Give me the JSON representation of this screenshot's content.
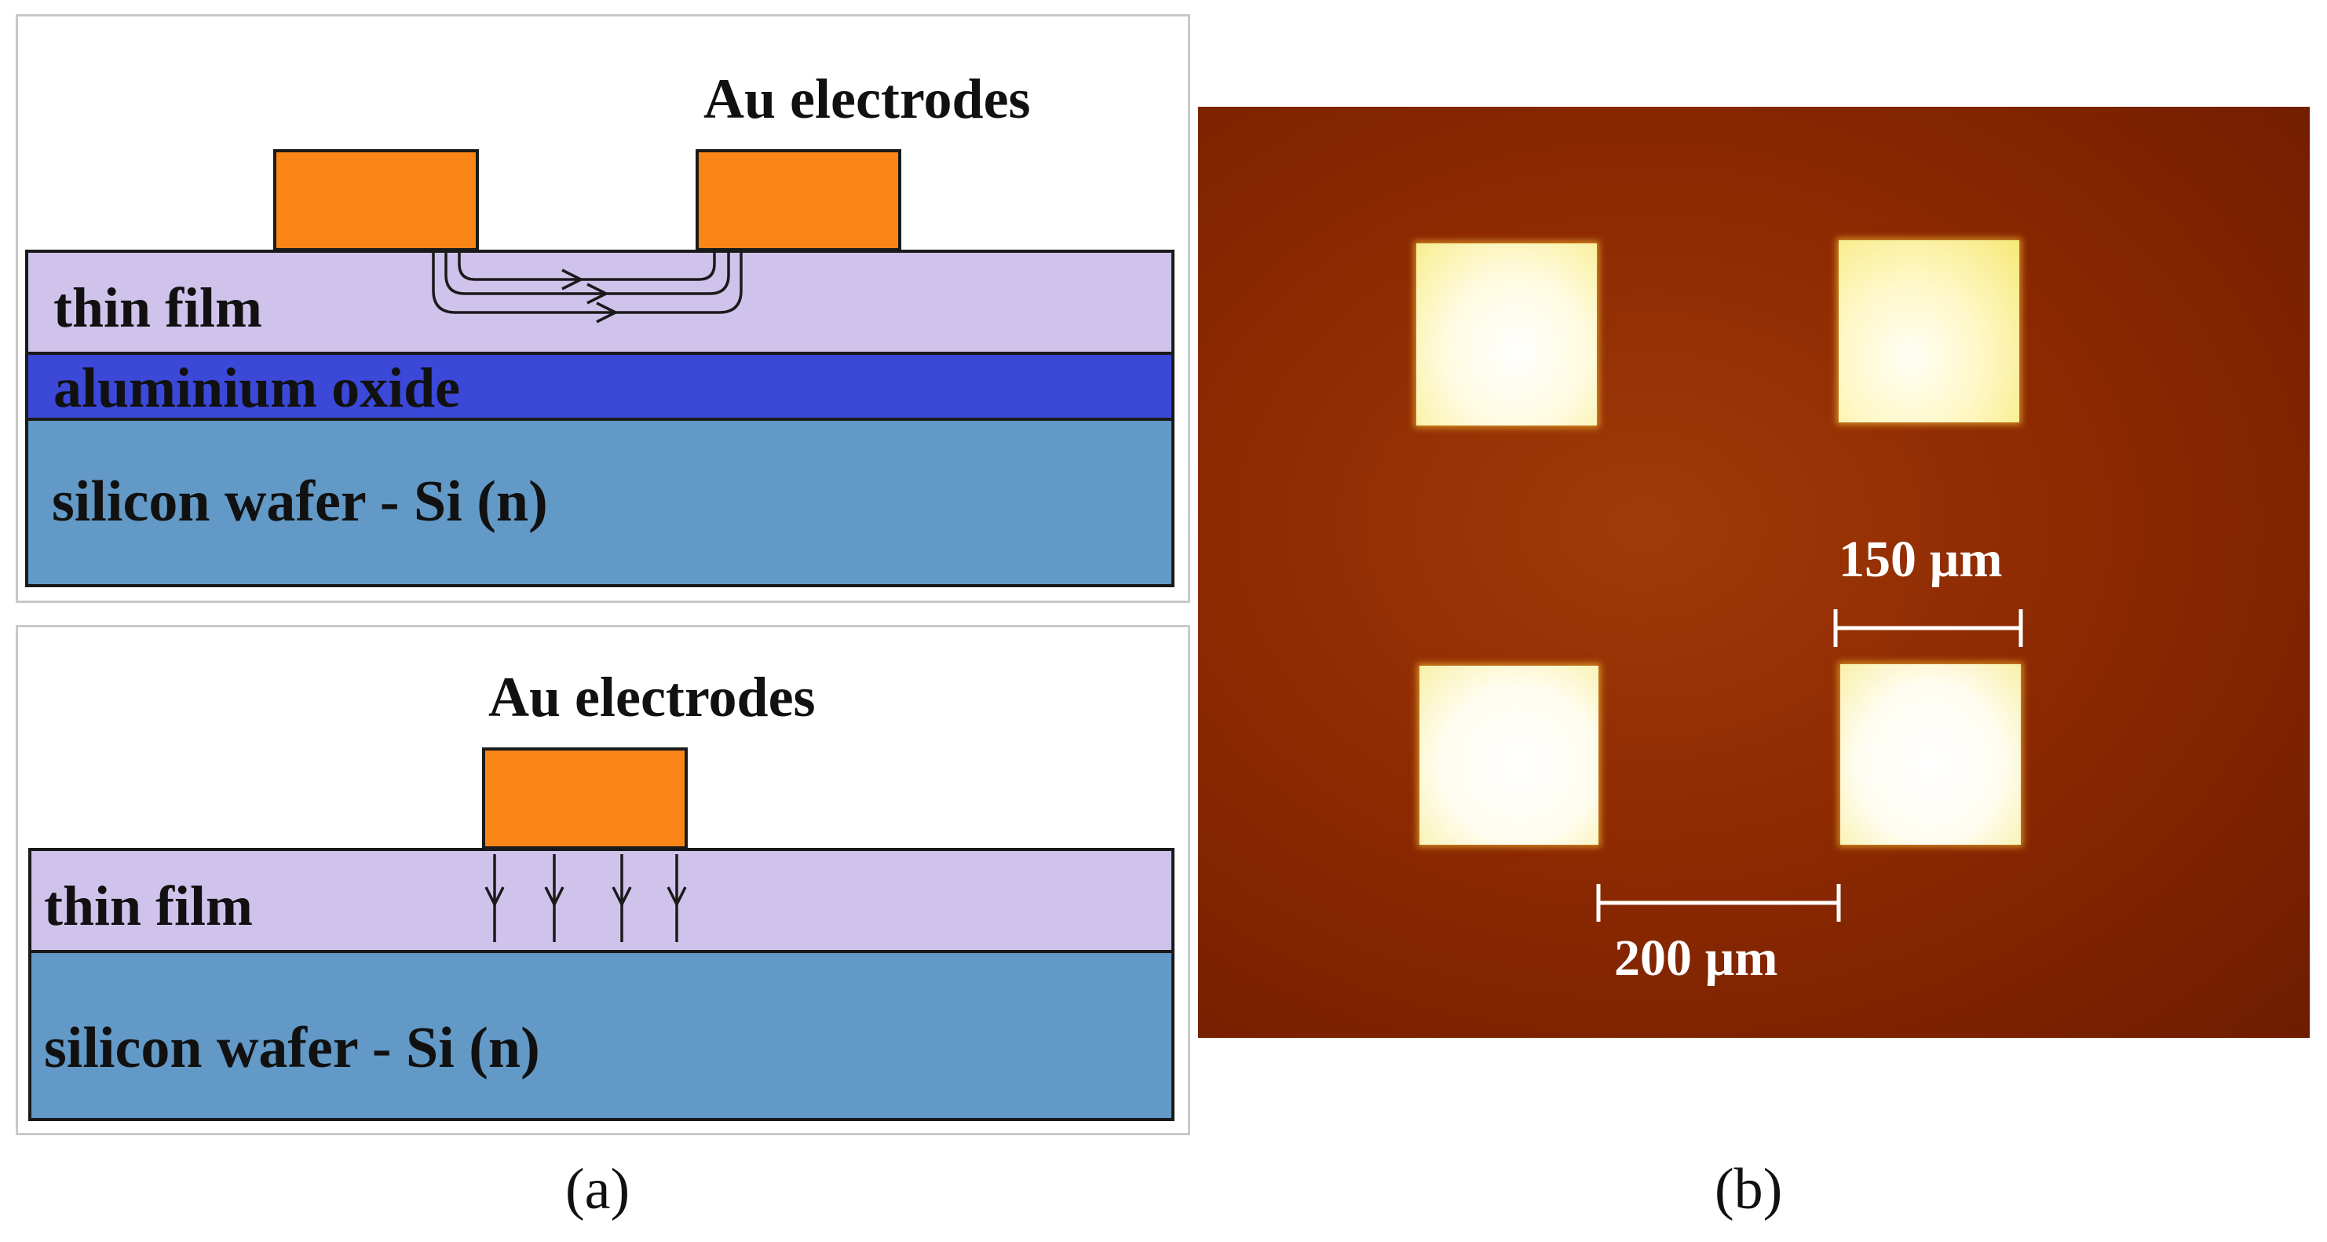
{
  "panel_a_top": {
    "electrode_label": "Au electrodes",
    "layers": {
      "thin_film": "thin film",
      "aluminium_oxide": "aluminium oxide",
      "silicon_wafer": "silicon wafer - Si (n)"
    }
  },
  "panel_a_bottom": {
    "electrode_label": "Au electrodes",
    "layers": {
      "thin_film": "thin film",
      "silicon_wafer": "silicon wafer - Si (n)"
    }
  },
  "panel_b": {
    "scale_150": "150 µm",
    "scale_200": "200 µm"
  },
  "captions": {
    "a": "(a)",
    "b": "(b)"
  },
  "colors": {
    "thin_film": "#cfc3eb",
    "aluminium_oxide": "#3b48d8",
    "silicon_wafer": "#6299c6",
    "gold_electrode": "#fa8618",
    "micrograph_bg": "#8a2200",
    "pad": "#fff6c8"
  }
}
